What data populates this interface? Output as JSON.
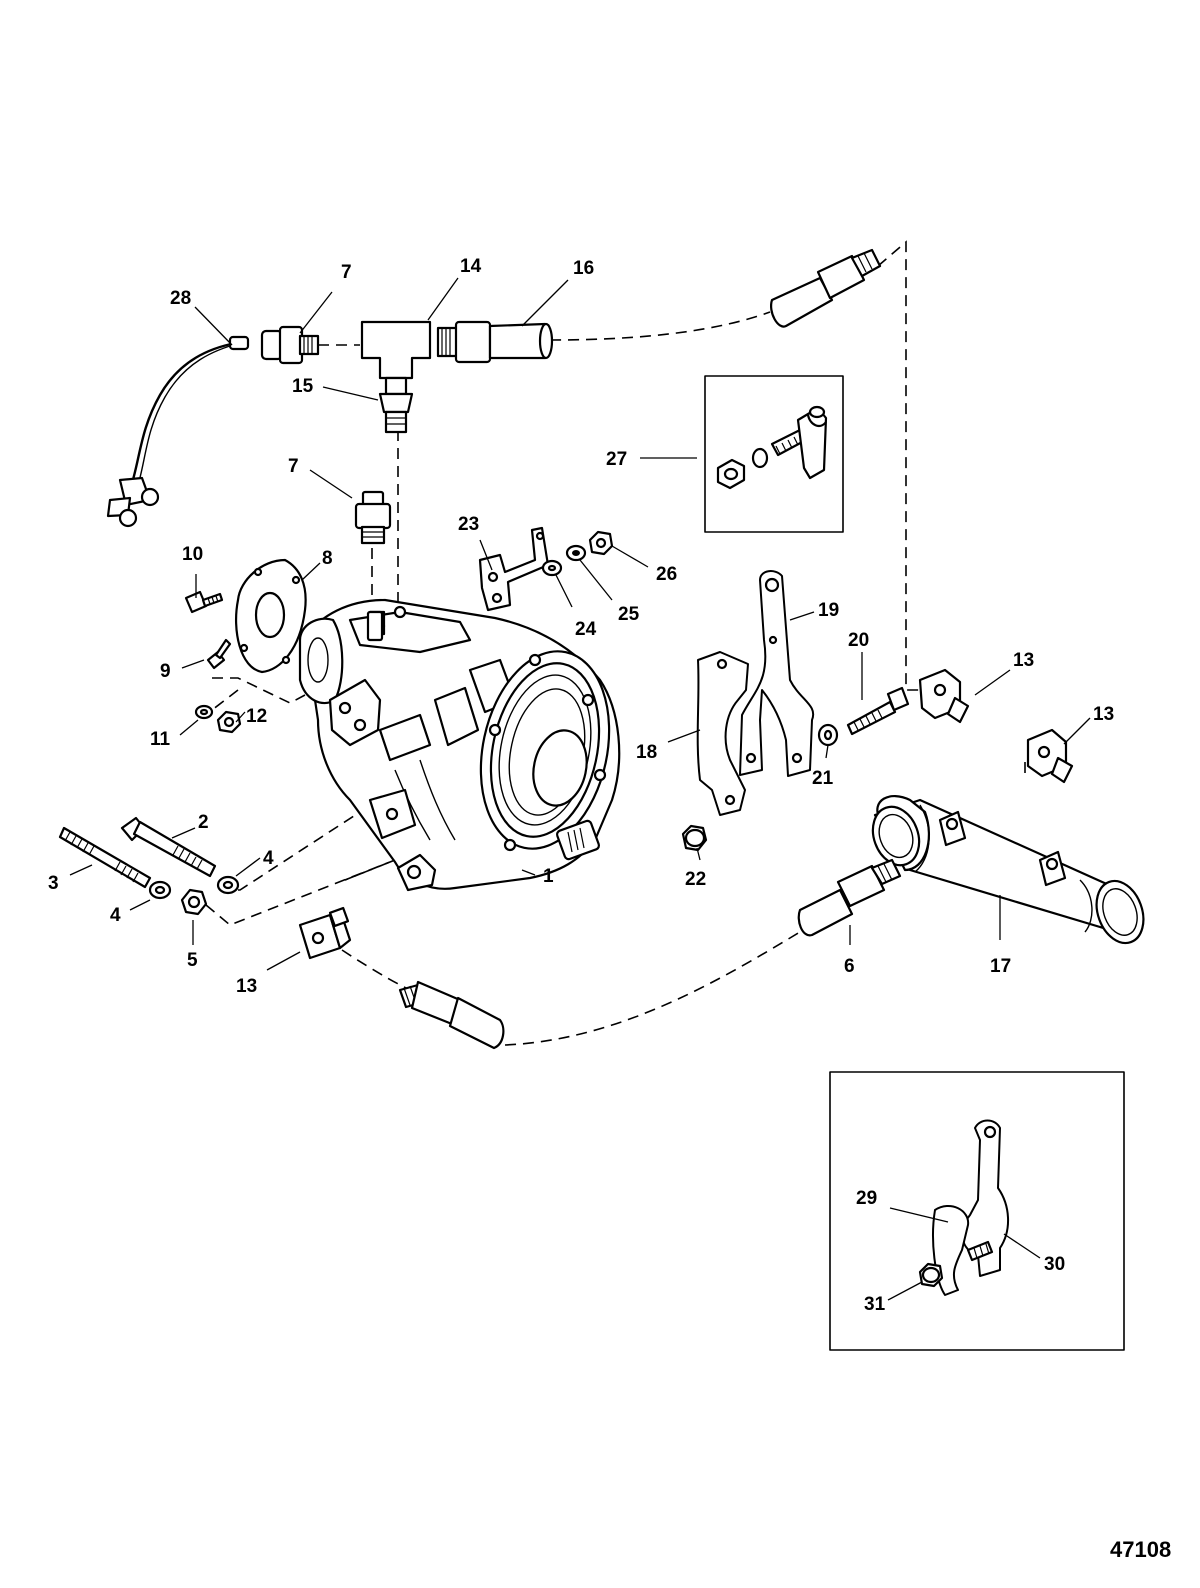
{
  "callouts": [
    {
      "id": "1",
      "text": "1"
    },
    {
      "id": "2",
      "text": "2"
    },
    {
      "id": "3",
      "text": "3"
    },
    {
      "id": "4a",
      "text": "4"
    },
    {
      "id": "4b",
      "text": "4"
    },
    {
      "id": "5",
      "text": "5"
    },
    {
      "id": "6",
      "text": "6"
    },
    {
      "id": "7a",
      "text": "7"
    },
    {
      "id": "7b",
      "text": "7"
    },
    {
      "id": "8",
      "text": "8"
    },
    {
      "id": "9",
      "text": "9"
    },
    {
      "id": "10",
      "text": "10"
    },
    {
      "id": "11",
      "text": "11"
    },
    {
      "id": "12",
      "text": "12"
    },
    {
      "id": "13a",
      "text": "13"
    },
    {
      "id": "13b",
      "text": "13"
    },
    {
      "id": "13c",
      "text": "13"
    },
    {
      "id": "14",
      "text": "14"
    },
    {
      "id": "15",
      "text": "15"
    },
    {
      "id": "16",
      "text": "16"
    },
    {
      "id": "17",
      "text": "17"
    },
    {
      "id": "18",
      "text": "18"
    },
    {
      "id": "19",
      "text": "19"
    },
    {
      "id": "20",
      "text": "20"
    },
    {
      "id": "21",
      "text": "21"
    },
    {
      "id": "22",
      "text": "22"
    },
    {
      "id": "23",
      "text": "23"
    },
    {
      "id": "24",
      "text": "24"
    },
    {
      "id": "25",
      "text": "25"
    },
    {
      "id": "26",
      "text": "26"
    },
    {
      "id": "27",
      "text": "27"
    },
    {
      "id": "28",
      "text": "28"
    },
    {
      "id": "29",
      "text": "29"
    },
    {
      "id": "30",
      "text": "30"
    },
    {
      "id": "31",
      "text": "31"
    }
  ],
  "illustration_code": "47108"
}
